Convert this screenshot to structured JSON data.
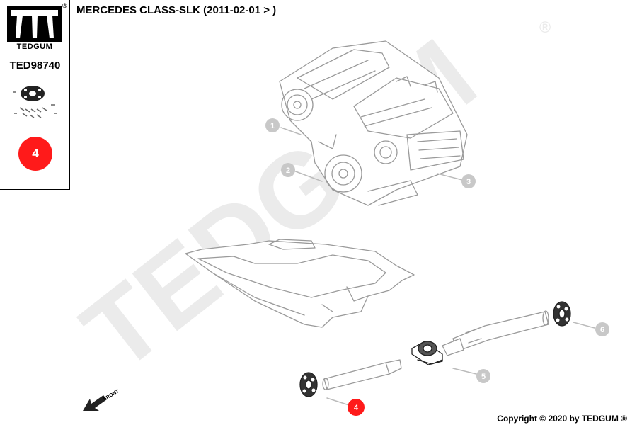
{
  "sidebar": {
    "brand_name": "TEDGUM",
    "registered_mark": "®",
    "part_number": "TED98740",
    "reference_number": "4",
    "accent_color": "#ff1a1a"
  },
  "header": {
    "model_title": "MERCEDES CLASS-SLK (2011-02-01 > )"
  },
  "diagram": {
    "watermark_text": "TEDGUM",
    "watermark_reg": "®",
    "front_label": "FRONT",
    "callouts": [
      {
        "id": "1",
        "highlighted": false
      },
      {
        "id": "2",
        "highlighted": false
      },
      {
        "id": "3",
        "highlighted": false
      },
      {
        "id": "4",
        "highlighted": true
      },
      {
        "id": "5",
        "highlighted": false
      },
      {
        "id": "6",
        "highlighted": false
      }
    ],
    "callout_color": "#c8c8c8",
    "highlight_color": "#ff1a1a"
  },
  "footer": {
    "copyright": "Copyright © 2020 by TEDGUM ®"
  }
}
